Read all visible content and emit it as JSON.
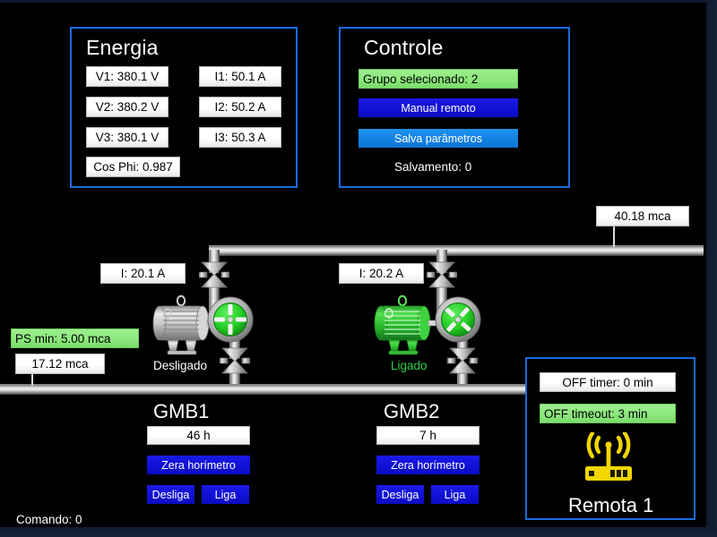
{
  "theme": {
    "background": "#000000",
    "chrome": "#16223a",
    "panel_border": "#1a6be0",
    "field_bg": "#ffffff",
    "field_green": "#8ee87e",
    "button_dark_blue": "#1111d8",
    "button_light_blue": "#1583e4",
    "running_green": "#2fd24a",
    "remota_yellow": "#f2d600"
  },
  "energia": {
    "title": "Energia",
    "voltages": [
      {
        "label": "V1:  380.1  V"
      },
      {
        "label": "V2:  380.2  V"
      },
      {
        "label": "V3:  380.1  V"
      }
    ],
    "currents": [
      {
        "label": "I1:  50.1   A"
      },
      {
        "label": "I2:  50.2  A"
      },
      {
        "label": "I3:  50.3  A"
      }
    ],
    "cos_phi": "Cos Phi:  0.987"
  },
  "controle": {
    "title": "Controle",
    "grupo_selecionado": "Grupo selecionado:  2",
    "manual_remoto": "Manual  remoto",
    "salva_parametros": "Salva  parâmetros",
    "salvamento": "Salvamento:  0"
  },
  "process": {
    "discharge_pressure": "40.18  mca",
    "ps_min": "PS min:  5.00  mca",
    "suction_pressure": "17.12  mca",
    "gmb1_current": "I:  20.1  A",
    "gmb2_current": "I:  20.2  A",
    "gmb1_state": "Desligado",
    "gmb2_state": "Ligado"
  },
  "gmb1": {
    "name": "GMB1",
    "horimetro": "46  h",
    "zera_horimetro": "Zera  horímetro",
    "desliga": "Desliga",
    "liga": "Liga",
    "running": false
  },
  "gmb2": {
    "name": "GMB2",
    "horimetro": "7  h",
    "zera_horimetro": "Zera  horímetro",
    "desliga": "Desliga",
    "liga": "Liga",
    "running": true
  },
  "remota": {
    "off_timer": "OFF timer:  0  min",
    "off_timeout": "OFF timeout:  3  min",
    "name": "Remota 1"
  },
  "status": {
    "comando": "Comando:  0"
  }
}
